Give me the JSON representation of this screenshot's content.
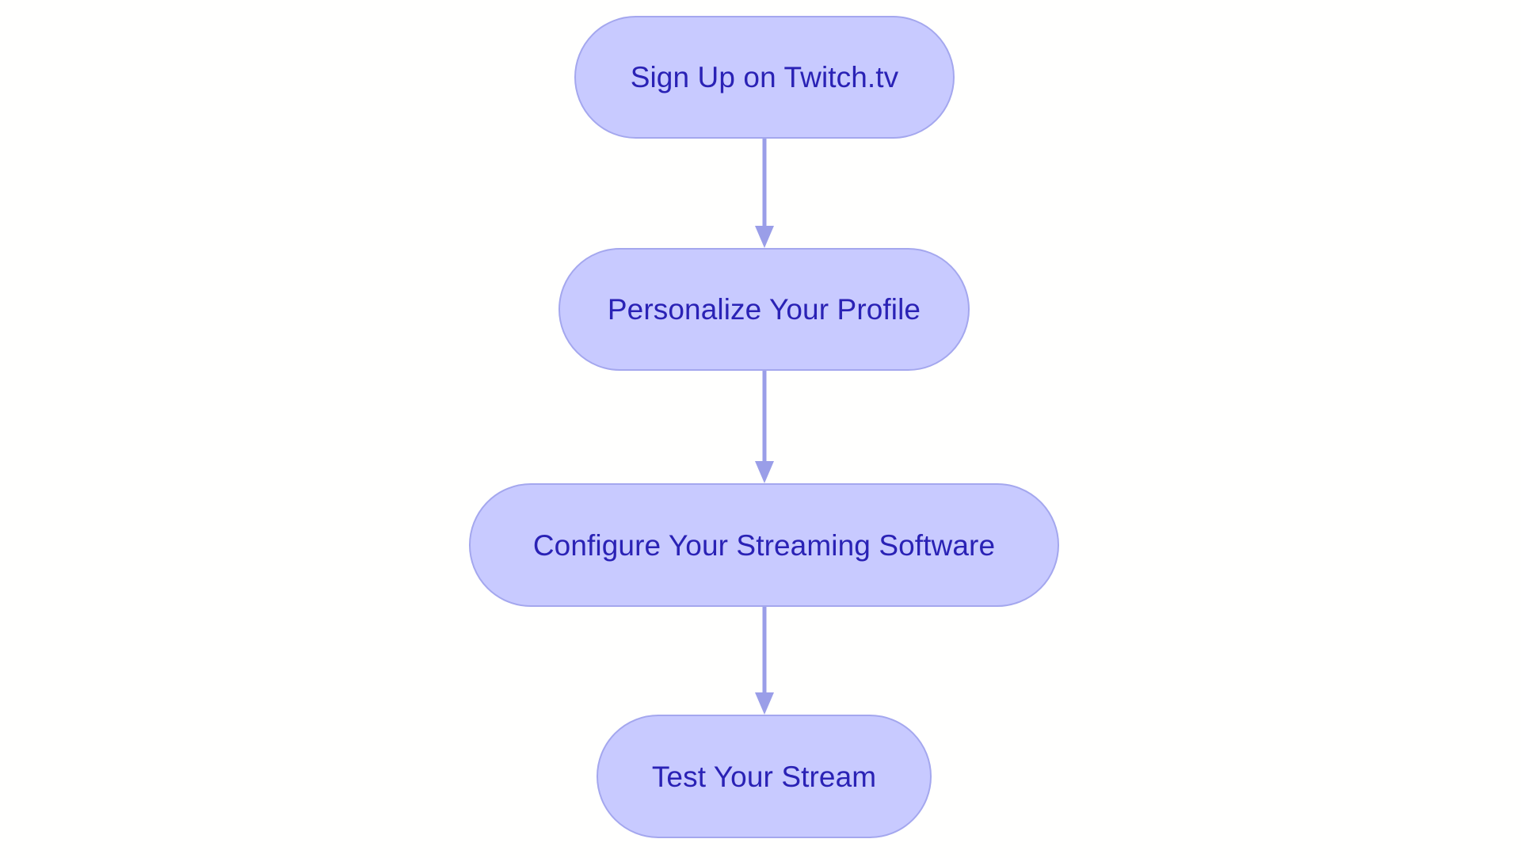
{
  "diagram": {
    "type": "flowchart",
    "orientation": "top-to-bottom",
    "title": "",
    "background_color": "#fffffe",
    "node_fill_color": "#c8caff",
    "node_border_color": "#a4a7ee",
    "node_text_color": "#2a22b5",
    "edge_color": "#9a9ee8",
    "nodes": [
      {
        "id": "n1",
        "label": "Sign Up on Twitch.tv"
      },
      {
        "id": "n2",
        "label": "Personalize Your Profile"
      },
      {
        "id": "n3",
        "label": "Configure Your Streaming Software"
      },
      {
        "id": "n4",
        "label": "Test Your Stream"
      }
    ],
    "edges": [
      {
        "id": "e1",
        "from": "n1",
        "to": "n2",
        "label": "",
        "arrow": "arrow-down-icon"
      },
      {
        "id": "e2",
        "from": "n2",
        "to": "n3",
        "label": "",
        "arrow": "arrow-down-icon"
      },
      {
        "id": "e3",
        "from": "n3",
        "to": "n4",
        "label": "",
        "arrow": "arrow-down-icon"
      }
    ]
  }
}
